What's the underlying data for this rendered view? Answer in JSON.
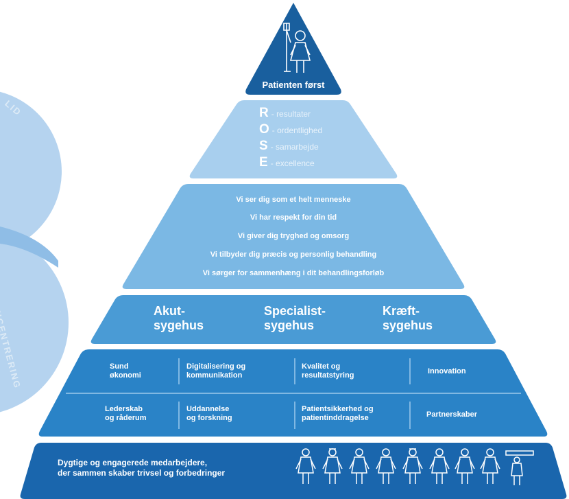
{
  "colors": {
    "top": "#195f9e",
    "rose": "#a8cfee",
    "values": "#7bb8e4",
    "hospitals": "#4a9bd5",
    "strategy": "#2a83c7",
    "base": "#1a66ad",
    "circles": "#b5d3ef",
    "divider": "#9cc9ec"
  },
  "top": {
    "label": "Patienten først",
    "icon": "patient-with-iv-drip-icon"
  },
  "rose": [
    {
      "letter": "R",
      "word": "- resultater"
    },
    {
      "letter": "O",
      "word": "- ordentlighed"
    },
    {
      "letter": "S",
      "word": "- samarbejde"
    },
    {
      "letter": "E",
      "word": "- excellence"
    }
  ],
  "values": [
    "Vi ser dig som et helt menneske",
    "Vi har respekt for din tid",
    "Vi giver dig tryghed og omsorg",
    "Vi tilbyder dig præcis og personlig behandling",
    "Vi sørger for sammenhæng i dit behandlingsforløb"
  ],
  "hospitals": [
    {
      "line1": "Akut-",
      "line2": "sygehus"
    },
    {
      "line1": "Specialist-",
      "line2": "sygehus"
    },
    {
      "line1": "Kræft-",
      "line2": "sygehus"
    }
  ],
  "strategy_row1": [
    {
      "line1": "Sund",
      "line2": "økonomi"
    },
    {
      "line1": "Digitalisering og",
      "line2": "kommunikation"
    },
    {
      "line1": "Kvalitet og",
      "line2": "resultatstyring"
    },
    {
      "line1": "Innovation",
      "line2": ""
    }
  ],
  "strategy_row2": [
    {
      "line1": "Lederskab",
      "line2": "og råderum"
    },
    {
      "line1": "Uddannelse",
      "line2": "og forskning"
    },
    {
      "line1": "Patientsikkerhed og",
      "line2": "patientinddragelse"
    },
    {
      "line1": "Partnerskaber",
      "line2": ""
    }
  ],
  "base": {
    "line1": "Dygtige og engagerede medarbejdere,",
    "line2": "der sammen skaber trivsel og forbedringer",
    "people_icons": [
      "doctor-icon",
      "nurse-icon",
      "staff-icon",
      "staff-icon",
      "nurse-icon",
      "staff-icon",
      "staff-icon",
      "staff-icon",
      "carrier-icon"
    ]
  },
  "side": {
    "arc1": "LID",
    "arc2": "UNCENTRERING"
  }
}
